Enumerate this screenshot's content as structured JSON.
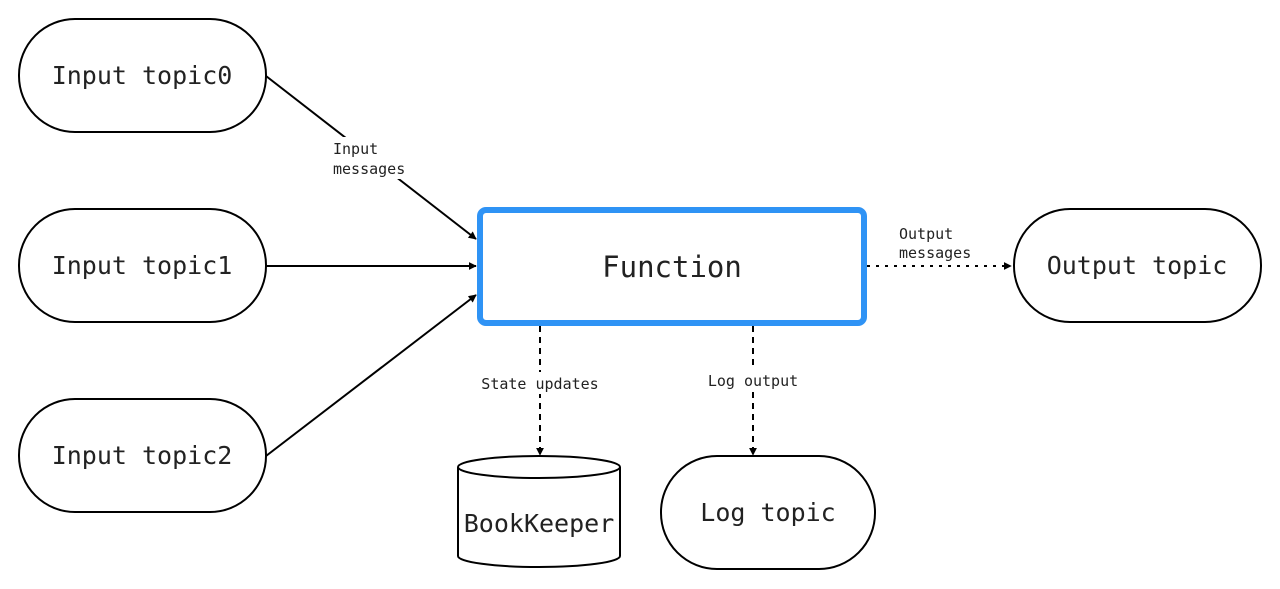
{
  "colors": {
    "function_border": "#2f93f5",
    "stroke": "#000000",
    "text": "#222222",
    "background": "#ffffff"
  },
  "nodes": {
    "input0": "Input topic0",
    "input1": "Input topic1",
    "input2": "Input topic2",
    "function": "Function",
    "output": "Output topic",
    "bookkeeper": "BookKeeper",
    "log": "Log topic"
  },
  "edges": {
    "input_messages": [
      "Input",
      "messages"
    ],
    "output_messages": [
      "Output",
      "messages"
    ],
    "state_updates": "State updates",
    "log_output": "Log output"
  }
}
